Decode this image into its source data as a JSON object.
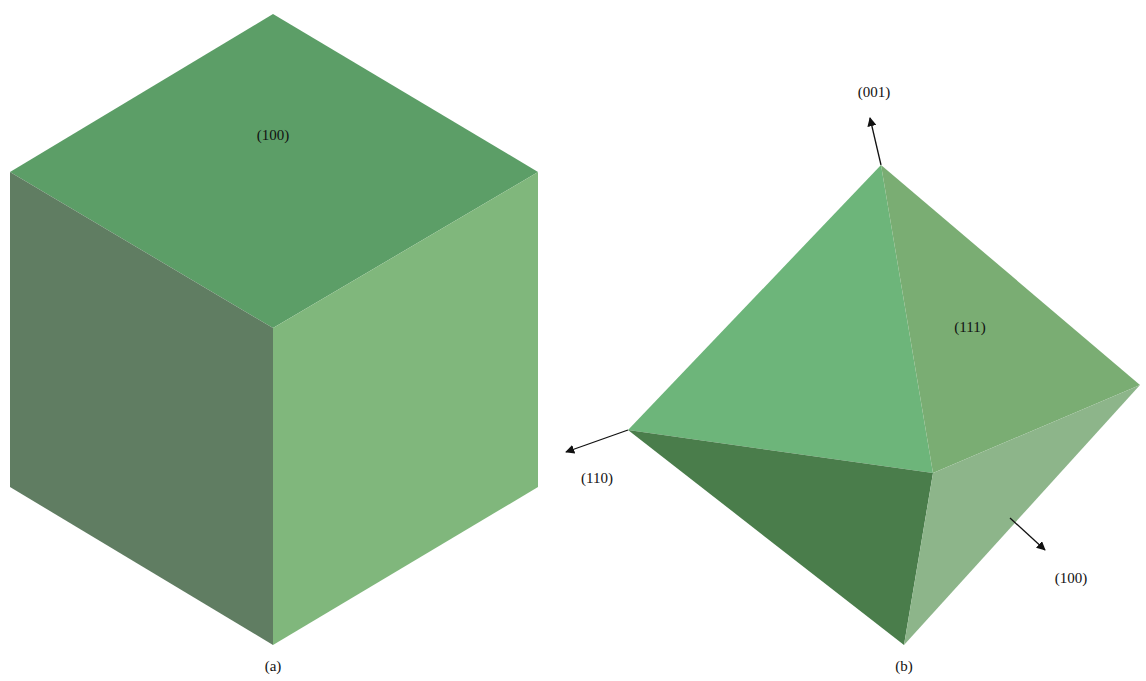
{
  "diagram": {
    "labels": [
      "(100)",
      "(001)",
      "(111)",
      "(110)",
      "(100)",
      "(a)",
      "(b)"
    ]
  }
}
